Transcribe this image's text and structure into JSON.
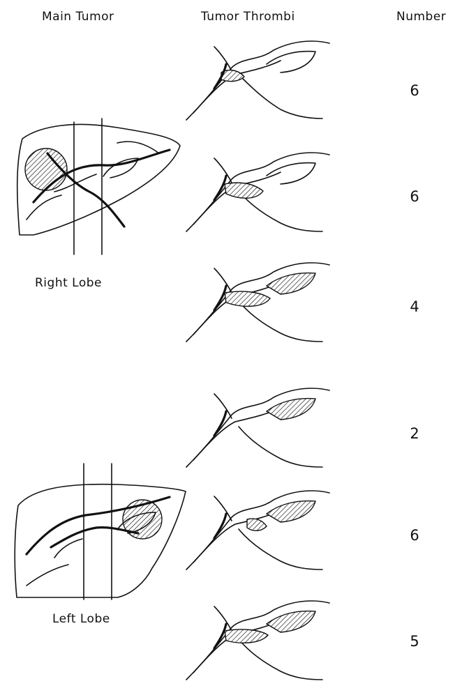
{
  "headers": {
    "main_tumor": "Main Tumor",
    "tumor_thrombi": "Tumor Thrombi",
    "number": "Number"
  },
  "lobes": [
    {
      "label": "Right Lobe"
    },
    {
      "label": "Left Lobe"
    }
  ],
  "rows": [
    {
      "number": "6"
    },
    {
      "number": "6"
    },
    {
      "number": "4"
    },
    {
      "number": "2"
    },
    {
      "number": "6"
    },
    {
      "number": "5"
    }
  ],
  "colors": {
    "ink": "#111111",
    "background": "#ffffff"
  }
}
